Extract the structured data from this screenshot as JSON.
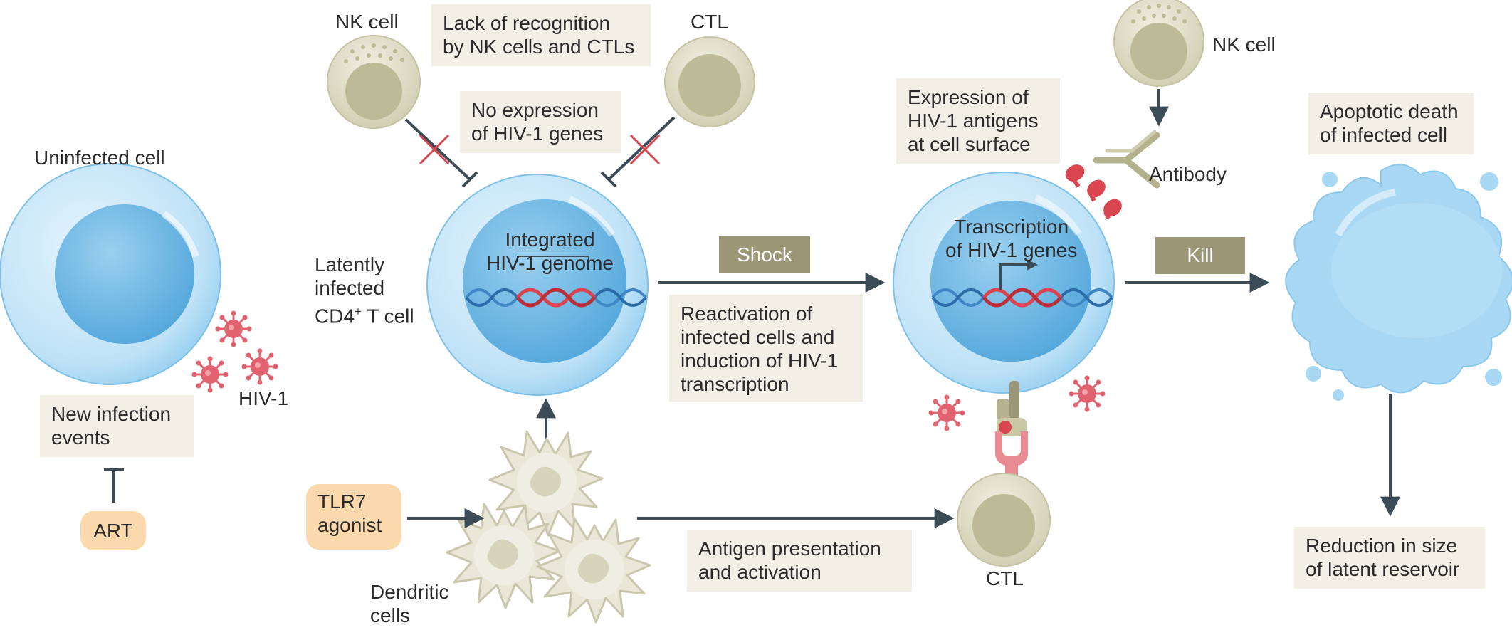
{
  "labels": {
    "uninfected_cell": "Uninfected cell",
    "hiv1": "HIV-1",
    "new_infection_events": "New infection\nevents",
    "art": "ART",
    "nk_cell_top": "NK cell",
    "ctl_top": "CTL",
    "lack_of_recognition": "Lack of recognition\nby NK cells and CTLs",
    "no_expression": "No expression\nof HIV-1 genes",
    "integrated_genome": "Integrated\nHIV-1 genome",
    "latently_infected_prefix": "Latently\ninfected\nCD4",
    "superscript_plus": "+",
    "latently_infected_suffix": " T cell",
    "tlr7_agonist": "TLR7\nagonist",
    "dendritic_cells": "Dendritic\ncells",
    "shock": "Shock",
    "reactivation": "Reactivation of\ninfected cells and\ninduction of HIV-1\ntranscription",
    "antigen_presentation": "Antigen presentation\nand activation",
    "expression_antigens": "Expression of\nHIV-1 antigens\nat cell surface",
    "transcription": "Transcription\nof HIV-1 genes",
    "nk_cell_right": "NK cell",
    "antibody": "Antibody",
    "ctl_bottom": "CTL",
    "kill": "Kill",
    "apoptotic_death": "Apoptotic death\nof infected cell",
    "reduction": "Reduction in size\nof latent reservoir"
  },
  "colors": {
    "cell_outer": "#bfe2f7",
    "cell_nucleus": "#6fb9e4",
    "immune_cell": "#d9d8bd",
    "immune_nucleus": "#bdbb97",
    "virus": "#e0636f",
    "arrow": "#3c4c57",
    "box_fill": "#f2efe6",
    "tag_fill": "#9b9676",
    "orange_fill": "#fcd9ad",
    "dna_blue": "#3f86c4",
    "dna_red": "#d9464f"
  }
}
